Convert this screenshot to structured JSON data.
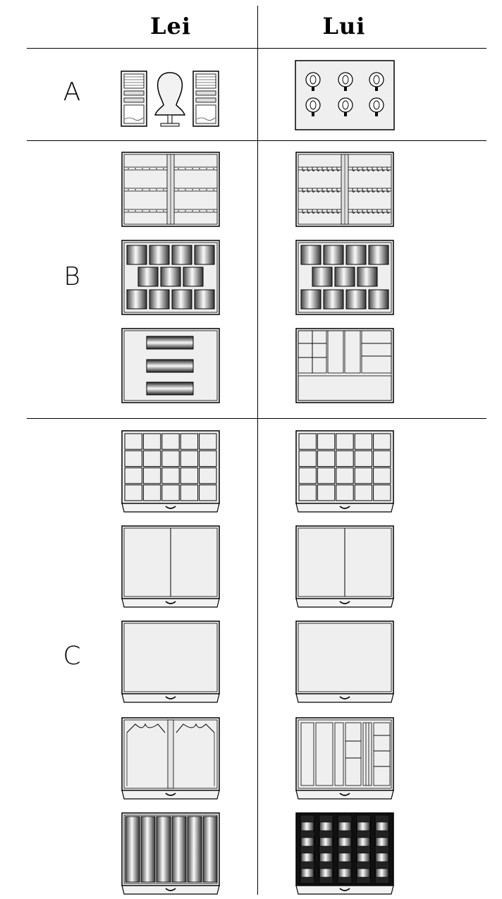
{
  "headers": {
    "left": "Lei",
    "right": "Lui"
  },
  "sections": [
    {
      "label": "A"
    },
    {
      "label": "B"
    },
    {
      "label": "C"
    }
  ],
  "colors": {
    "stroke": "#000000",
    "panel": "#efefef",
    "dark": "#111111"
  }
}
